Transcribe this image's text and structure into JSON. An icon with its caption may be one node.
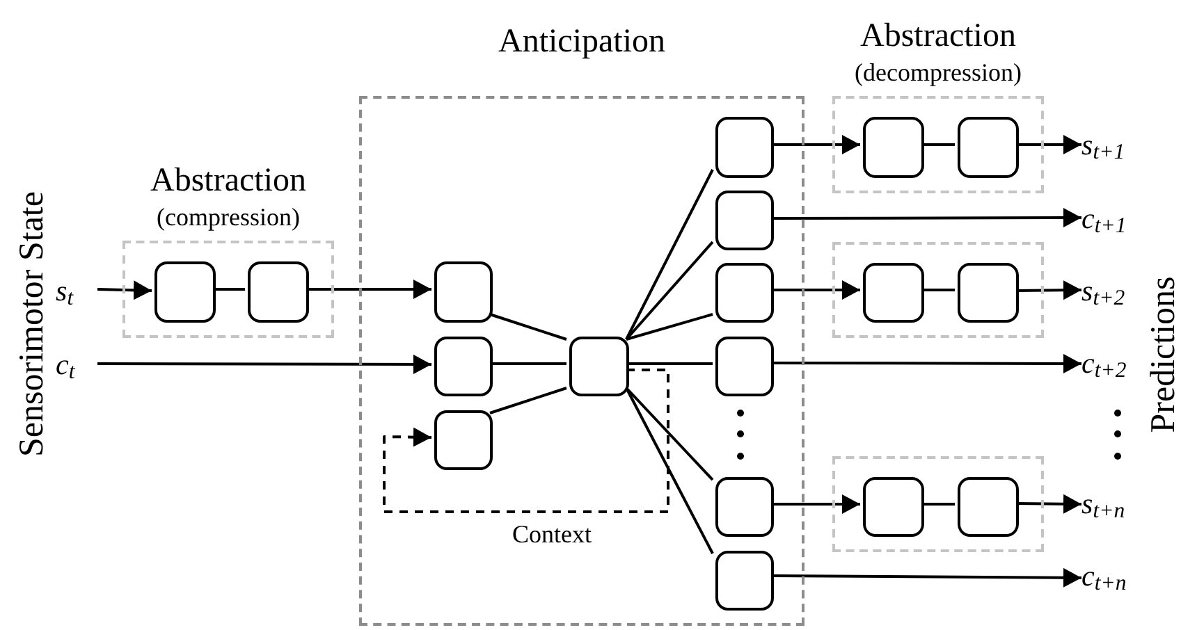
{
  "diagram": {
    "nodes": [
      {
        "text": [
          "s$_{t}$"
        ]
      },
      {
        "text": [
          "c$_{t}$"
        ]
      },
      {
        "text": [
          "Abstraction",
          "(compression)"
        ]
      },
      {
        "text": [],
        "shape": "box",
        "in": 2
      },
      {
        "text": [],
        "shape": "box",
        "in": 2
      },
      {
        "text": [
          "Anticipation"
        ]
      },
      {
        "text": [],
        "shape": "box",
        "in": 5
      },
      {
        "text": [],
        "shape": "box",
        "in": 5
      },
      {
        "text": [],
        "shape": "box",
        "in": 5
      },
      {
        "text": [],
        "shape": "box",
        "in": 5
      },
      {
        "text": [],
        "shape": "box",
        "in": 5
      },
      {
        "text": [],
        "shape": "box",
        "in": 5
      },
      {
        "text": [],
        "shape": "box",
        "in": 5
      },
      {
        "text": [],
        "shape": "box",
        "in": 5
      },
      {
        "text": [],
        "shape": "box",
        "in": 5
      },
      {
        "text": [],
        "shape": "box",
        "in": 5
      },
      {
        "text": [
          "Abstraction",
          "(decompression)"
        ]
      },
      {
        "text": [],
        "shape": "box",
        "in": 16
      },
      {
        "text": [],
        "shape": "box",
        "in": 16
      },
      {
        "text": [],
        "shape": "box"
      },
      {
        "text": [],
        "shape": "box",
        "in": 19
      },
      {
        "text": [],
        "shape": "box",
        "in": 19
      },
      {
        "text": [],
        "shape": "box"
      },
      {
        "text": [],
        "shape": "box",
        "in": 22
      },
      {
        "text": [],
        "shape": "box",
        "in": 22
      },
      {
        "text": [
          "s$_{t+1}$"
        ]
      },
      {
        "text": [
          "c$_{t+1}$"
        ]
      },
      {
        "text": [
          "s$_{t+2}$"
        ]
      },
      {
        "text": [
          "c$_{t+2}$"
        ]
      },
      {
        "text": [
          "s$_{t+n}$"
        ]
      },
      {
        "text": [
          "c$_{t+n}$"
        ]
      }
    ],
    "edges": [
      {
        "from": 0,
        "to": 3,
        "arrow": "to"
      },
      {
        "from": 3,
        "to": 4,
        "arrow": "none"
      },
      {
        "from": 4,
        "to": 6,
        "arrow": "to"
      },
      {
        "from": 1,
        "to": 7,
        "arrow": "to"
      },
      {
        "from": 6,
        "to": 9,
        "arrow": "none"
      },
      {
        "from": 7,
        "to": 9,
        "arrow": "none"
      },
      {
        "from": 8,
        "to": 9,
        "arrow": "none"
      },
      {
        "from": 9,
        "to": 8,
        "arrow": "to",
        "style": "dashed",
        "label": "Context"
      },
      {
        "from": 9,
        "to": 10,
        "arrow": "none"
      },
      {
        "from": 9,
        "to": 11,
        "arrow": "none"
      },
      {
        "from": 9,
        "to": 12,
        "arrow": "none"
      },
      {
        "from": 9,
        "to": 13,
        "arrow": "none"
      },
      {
        "from": 9,
        "to": 14,
        "arrow": "none"
      },
      {
        "from": 9,
        "to": 15,
        "arrow": "none"
      },
      {
        "from": 10,
        "to": 17,
        "arrow": "to"
      },
      {
        "from": 17,
        "to": 18,
        "arrow": "none"
      },
      {
        "from": 18,
        "to": 25,
        "arrow": "to"
      },
      {
        "from": 11,
        "to": 26,
        "arrow": "to"
      },
      {
        "from": 12,
        "to": 20,
        "arrow": "to"
      },
      {
        "from": 20,
        "to": 21,
        "arrow": "none"
      },
      {
        "from": 21,
        "to": 27,
        "arrow": "to"
      },
      {
        "from": 13,
        "to": 28,
        "arrow": "to"
      },
      {
        "from": 14,
        "to": 23,
        "arrow": "to"
      },
      {
        "from": 23,
        "to": 24,
        "arrow": "none"
      },
      {
        "from": 24,
        "to": 29,
        "arrow": "to"
      },
      {
        "from": 15,
        "to": 30,
        "arrow": "to"
      }
    ],
    "labels": [
      "Sensorimotor State",
      "Predictions"
    ]
  }
}
